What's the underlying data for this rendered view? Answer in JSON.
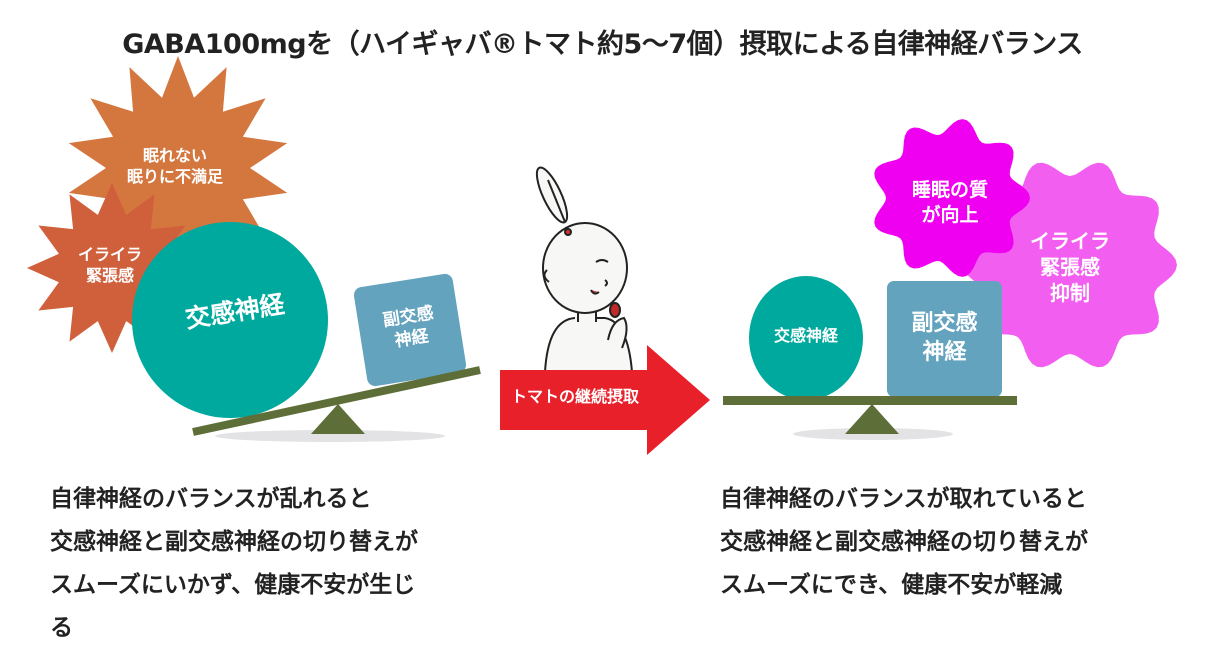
{
  "title": "GABA100mgを（ハイギャバ®トマト約5〜7個）摂取による自律神経バランス",
  "left": {
    "burst_top": [
      "眠れない",
      "眠りに不満足"
    ],
    "burst_bottom": [
      "イライラ",
      "緊張感"
    ],
    "sympathetic": "交感神経",
    "parasympathetic": [
      "副交感",
      "神経"
    ],
    "caption": [
      "自律神経のバランスが乱れると",
      "交感神経と副交感神経の切り替えが",
      "スムーズにいかず、健康不安が生じ",
      "る"
    ]
  },
  "arrow": {
    "label": "トマトの継続摂取"
  },
  "right": {
    "bubble_top": [
      "睡眠の質",
      "が向上"
    ],
    "bubble_bottom": [
      "イライラ",
      "緊張感",
      "抑制"
    ],
    "sympathetic": "交感神経",
    "parasympathetic": [
      "副交感",
      "神経"
    ],
    "caption": [
      "自律神経のバランスが取れていると",
      "交感神経と副交感神経の切り替えが",
      "スムーズにでき、健康不安が軽減"
    ]
  },
  "colors": {
    "teal": "#00A99D",
    "blue": "#64A3BE",
    "orange": "#D4773F",
    "red_orange": "#D0603C",
    "magenta": "#F000F0",
    "pink": "#F25FF0",
    "arrow_red": "#E8202A",
    "olive": "#5E6E38"
  }
}
